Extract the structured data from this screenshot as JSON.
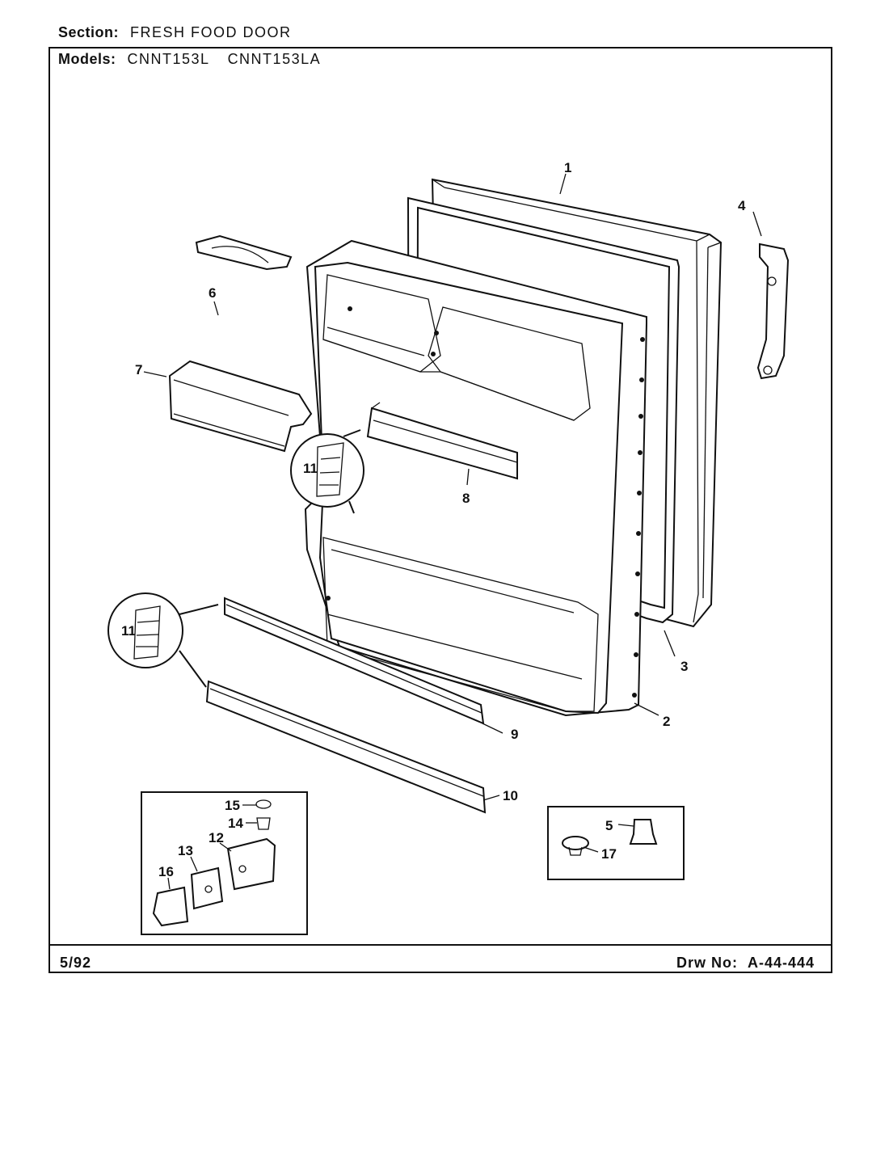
{
  "header": {
    "section_label": "Section:",
    "section_value": "FRESH FOOD DOOR",
    "models_label": "Models:",
    "models": [
      "CNNT153L",
      "CNNT153LA"
    ]
  },
  "footer": {
    "date": "5/92",
    "drawing_label": "Drw No:",
    "drawing_number": "A-44-444"
  },
  "callouts": [
    "1",
    "2",
    "3",
    "4",
    "5",
    "6",
    "7",
    "8",
    "9",
    "10",
    "11",
    "11",
    "12",
    "13",
    "14",
    "15",
    "16",
    "17"
  ]
}
